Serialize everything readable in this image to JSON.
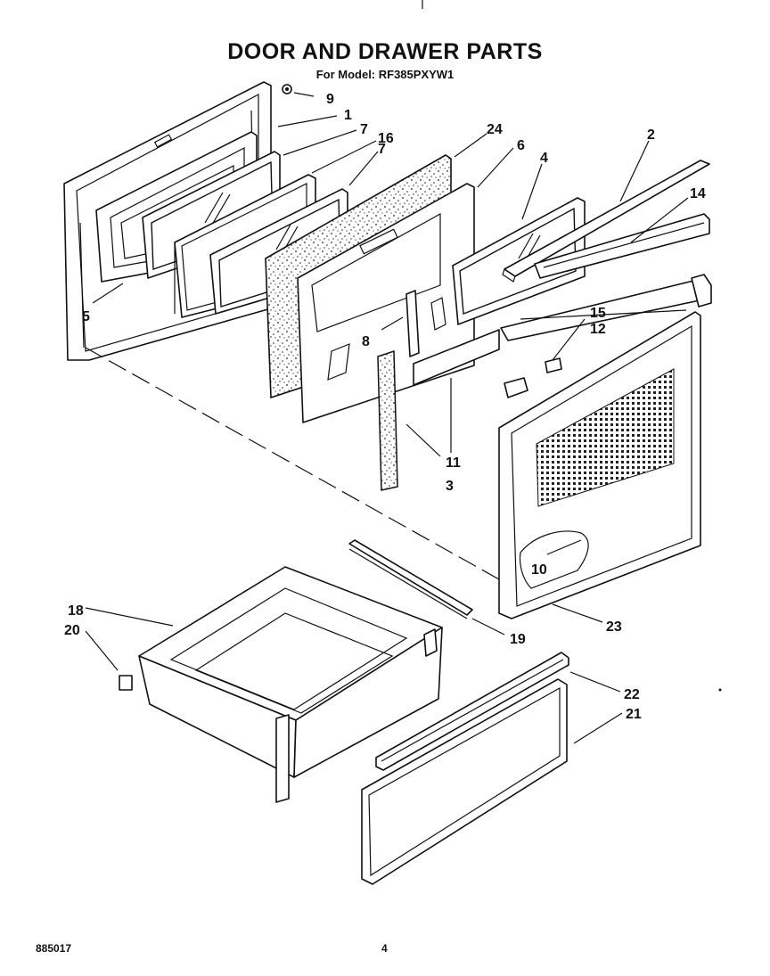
{
  "header": {
    "title": "DOOR AND DRAWER PARTS",
    "subtitle": "For Model: RF385PXYW1"
  },
  "footer": {
    "doc_number": "885017",
    "page_number": "4"
  },
  "callouts": {
    "c1": "1",
    "c2": "2",
    "c3": "3",
    "c4": "4",
    "c5": "5",
    "c6": "6",
    "c7a": "7",
    "c7b": "7",
    "c8": "8",
    "c9": "9",
    "c10": "10",
    "c11": "11",
    "c12": "12",
    "c14": "14",
    "c15": "15",
    "c16": "16",
    "c18": "18",
    "c19": "19",
    "c20": "20",
    "c21": "21",
    "c22": "22",
    "c23": "23",
    "c24": "24"
  }
}
